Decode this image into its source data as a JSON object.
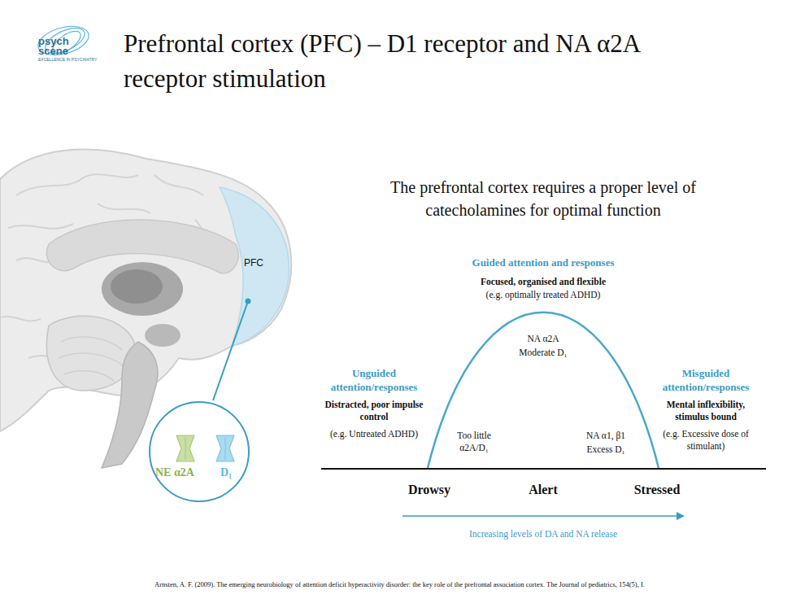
{
  "diagram": {
    "title": "Prefrontal cortex (PFC) – D1 receptor and NA α2A receptor stimulation",
    "nodes": [
      {
        "text": [
          "NE α2A",
          "D₁"
        ]
      }
    ],
    "labels": [
      "psych",
      "scene",
      "EXCELLENCE IN PSYCHIATRY",
      "PFC",
      "The prefrontal cortex requires a proper level of catecholamines for optimal function",
      "Guided attention and responses",
      "Focused, organised and flexible",
      "(e.g. optimally treated ADHD)",
      "NA α2A",
      "Moderate D₁",
      "Unguided attention/responses",
      "Distracted, poor impulse control",
      "(e.g. Untreated ADHD)",
      "Too little α2A/D₁",
      "NA α1, β1",
      "Excess D₁",
      "Misguided attention/responses",
      "Mental inflexibility, stimulus bound",
      "(e.g. Excessive dose of stimulant)",
      "Drowsy",
      "Alert",
      "Stressed",
      "Increasing levels of DA and NA release",
      "Arnsten, A. F. (2009). The emerging neurobiology of attention deficit hyperactivity disorder: the key role of the prefrontal association cortex. The Journal of pediatrics, 154(5), I."
    ]
  }
}
